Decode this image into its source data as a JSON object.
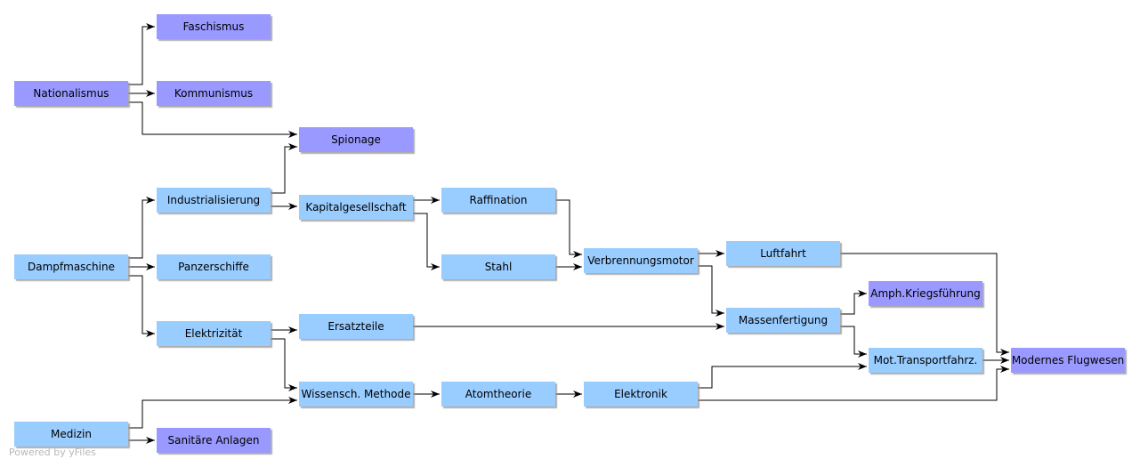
{
  "colors": {
    "light_node_fill": "#99ccff",
    "dark_node_fill": "#9999ff",
    "edge": "#000000",
    "background": "#ffffff"
  },
  "nodes": [
    {
      "id": "faschismus",
      "label": "Faschismus",
      "style": "dark"
    },
    {
      "id": "nationalismus",
      "label": "Nationalismus",
      "style": "dark"
    },
    {
      "id": "kommunismus",
      "label": "Kommunismus",
      "style": "dark"
    },
    {
      "id": "spionage",
      "label": "Spionage",
      "style": "dark"
    },
    {
      "id": "industrialisierung",
      "label": "Industrialisierung",
      "style": "light"
    },
    {
      "id": "kapitalgesellschaft",
      "label": "Kapitalgesellschaft",
      "style": "light"
    },
    {
      "id": "raffination",
      "label": "Raffination",
      "style": "light"
    },
    {
      "id": "dampfmaschine",
      "label": "Dampfmaschine",
      "style": "light"
    },
    {
      "id": "panzerschiffe",
      "label": "Panzerschiffe",
      "style": "light"
    },
    {
      "id": "stahl",
      "label": "Stahl",
      "style": "light"
    },
    {
      "id": "verbrennungsmotor",
      "label": "Verbrennungsmotor",
      "style": "light"
    },
    {
      "id": "luftfahrt",
      "label": "Luftfahrt",
      "style": "light"
    },
    {
      "id": "amph",
      "label": "Amph.Kriegsführung",
      "style": "dark"
    },
    {
      "id": "massenfertigung",
      "label": "Massenfertigung",
      "style": "light"
    },
    {
      "id": "elektrizitaet",
      "label": "Elektrizität",
      "style": "light"
    },
    {
      "id": "ersatzteile",
      "label": "Ersatzteile",
      "style": "light"
    },
    {
      "id": "mottransport",
      "label": "Mot.Transportfahrz.",
      "style": "light"
    },
    {
      "id": "modernes",
      "label": "Modernes Flugwesen",
      "style": "dark"
    },
    {
      "id": "wissensch",
      "label": "Wissensch. Methode",
      "style": "light"
    },
    {
      "id": "atomtheorie",
      "label": "Atomtheorie",
      "style": "light"
    },
    {
      "id": "elektronik",
      "label": "Elektronik",
      "style": "light"
    },
    {
      "id": "medizin",
      "label": "Medizin",
      "style": "light"
    },
    {
      "id": "sanitaere",
      "label": "Sanitäre Anlagen",
      "style": "dark"
    }
  ],
  "edges": [
    {
      "from": "nationalismus",
      "to": "faschismus"
    },
    {
      "from": "nationalismus",
      "to": "kommunismus"
    },
    {
      "from": "nationalismus",
      "to": "spionage"
    },
    {
      "from": "industrialisierung",
      "to": "spionage"
    },
    {
      "from": "industrialisierung",
      "to": "kapitalgesellschaft"
    },
    {
      "from": "dampfmaschine",
      "to": "industrialisierung"
    },
    {
      "from": "dampfmaschine",
      "to": "panzerschiffe"
    },
    {
      "from": "dampfmaschine",
      "to": "elektrizitaet"
    },
    {
      "from": "kapitalgesellschaft",
      "to": "raffination"
    },
    {
      "from": "kapitalgesellschaft",
      "to": "stahl"
    },
    {
      "from": "raffination",
      "to": "verbrennungsmotor"
    },
    {
      "from": "stahl",
      "to": "verbrennungsmotor"
    },
    {
      "from": "verbrennungsmotor",
      "to": "luftfahrt"
    },
    {
      "from": "verbrennungsmotor",
      "to": "massenfertigung"
    },
    {
      "from": "luftfahrt",
      "to": "modernes"
    },
    {
      "from": "massenfertigung",
      "to": "amph"
    },
    {
      "from": "massenfertigung",
      "to": "mottransport"
    },
    {
      "from": "elektrizitaet",
      "to": "ersatzteile"
    },
    {
      "from": "elektrizitaet",
      "to": "wissensch"
    },
    {
      "from": "ersatzteile",
      "to": "massenfertigung"
    },
    {
      "from": "wissensch",
      "to": "atomtheorie"
    },
    {
      "from": "atomtheorie",
      "to": "elektronik"
    },
    {
      "from": "elektronik",
      "to": "mottransport"
    },
    {
      "from": "elektronik",
      "to": "modernes"
    },
    {
      "from": "mottransport",
      "to": "modernes"
    },
    {
      "from": "medizin",
      "to": "wissensch"
    },
    {
      "from": "medizin",
      "to": "sanitaere"
    }
  ],
  "watermark": "Powered by yFiles"
}
